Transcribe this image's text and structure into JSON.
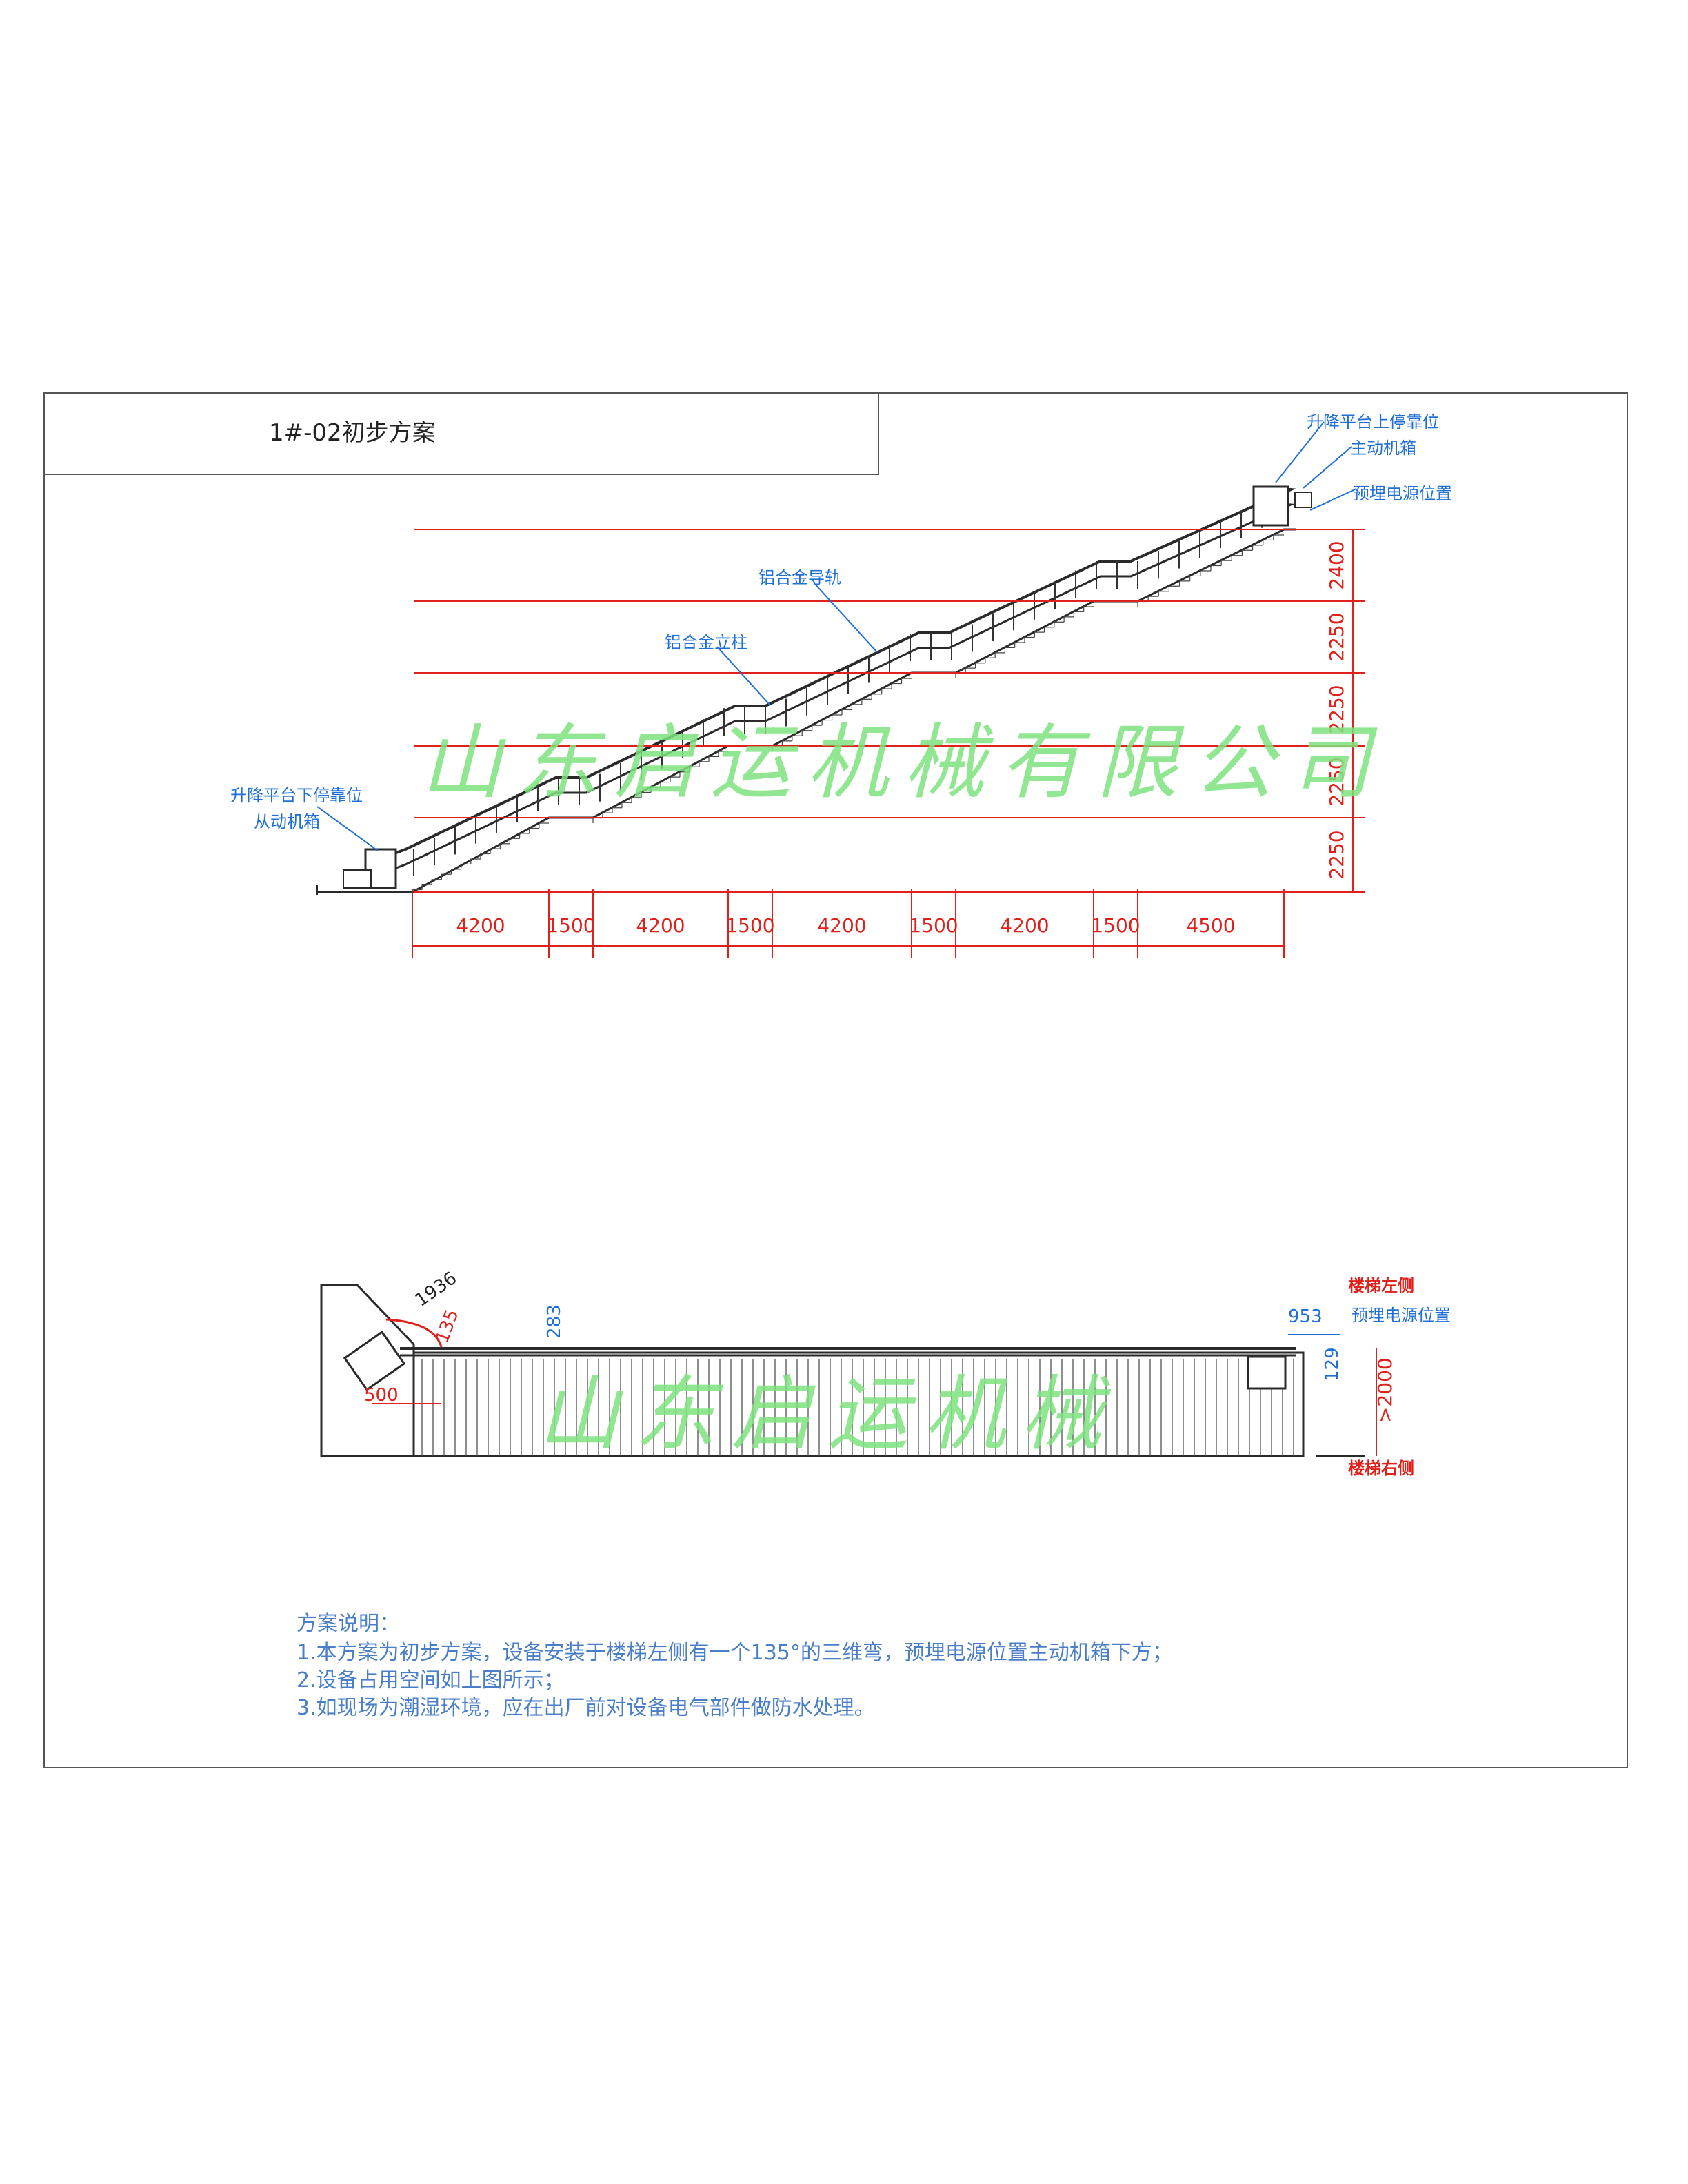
{
  "title": "1#-02初步方案",
  "watermarks": {
    "top": "山东启运机械有限公司",
    "bottom": "山东启运机械"
  },
  "labels": {
    "upper_stop": "升降平台上停靠位",
    "main_box": "主动机箱",
    "power_top": "预埋电源位置",
    "lower_stop": "升降平台下停靠位",
    "slave_box": "从动机箱",
    "rail": "铝合金导轨",
    "post": "铝合金立柱",
    "stair_left": "楼梯左侧",
    "stair_right": "楼梯右侧",
    "power_plan": "预埋电源位置"
  },
  "elevation": {
    "horizontal_dims": [
      "4200",
      "1500",
      "4200",
      "1500",
      "4200",
      "1500",
      "4200",
      "1500",
      "4500"
    ],
    "vertical_dims": [
      "2400",
      "2250",
      "2250",
      "2250",
      "2250"
    ]
  },
  "plan": {
    "dims": {
      "d1936": "1936",
      "d135": "135",
      "d283": "283",
      "d500": "500",
      "d953": "953",
      "d129": "129",
      "d2000": ">2000"
    }
  },
  "notes": {
    "heading": "方案说明：",
    "items": [
      "1.本方案为初步方案，设备安装于楼梯左侧有一个135°的三维弯，预埋电源位置主动机箱下方；",
      "2.设备占用空间如上图所示；",
      "3.如现场为潮湿环境，应在出厂前对设备电气部件做防水处理。"
    ]
  },
  "colors": {
    "line": "#2a2a2a",
    "dim": "#e0201a",
    "leader": "#1f6fd6",
    "watermark": "#7ee37e"
  }
}
